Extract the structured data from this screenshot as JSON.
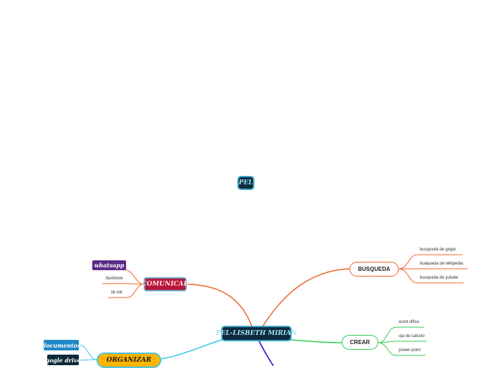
{
  "root_node": {
    "label": "PEL"
  },
  "central_node": {
    "label": "PEL-LISBETH MIRIAN"
  },
  "branches": {
    "comunicar": {
      "label": "COMUNICAR",
      "children": [
        "whatsapp",
        "facebook",
        "tik tok"
      ]
    },
    "busqueda": {
      "label": "BUSQUEDA",
      "children": [
        "busqueda de gogle",
        "buaqueda de wikipedia",
        "busqueda de yutube"
      ]
    },
    "crear": {
      "label": "CREAR",
      "children": [
        "word office",
        "oja de calculo",
        "power point"
      ]
    },
    "organizar": {
      "label": "ORGANIZAR",
      "children": [
        "documentos",
        "gogle drive"
      ]
    }
  },
  "colors": {
    "comunicar_line": "#f0652a",
    "busqueda_line": "#f0652a",
    "crear_line": "#2ec94f",
    "organizar_line": "#35c6e6",
    "down_line": "#2d2bd6",
    "dark_node": "#0f2a3d",
    "comunicar_node": "#b9163a",
    "organizar_node": "#ffb400"
  }
}
